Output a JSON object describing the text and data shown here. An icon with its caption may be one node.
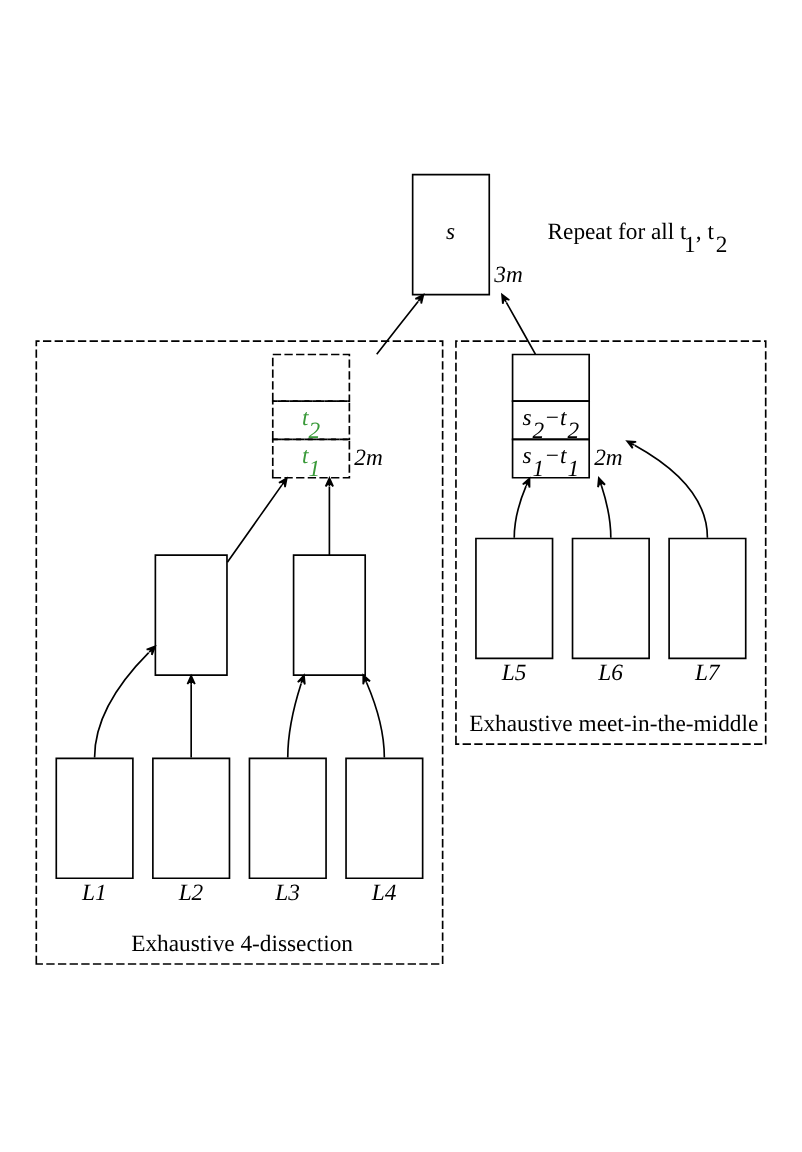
{
  "diagram": {
    "nodes": [
      {
        "text": [
          "s"
        ],
        "beside": [
          "3m"
        ]
      },
      {
        "text": [
          "Exhaustive 4-dissection"
        ]
      },
      {
        "text": [
          "t$_{2}$",
          "t$_{1}$"
        ],
        "beside": [
          "2m"
        ],
        "in": 1
      },
      {
        "text": [],
        "shape": "box",
        "in": 1
      },
      {
        "text": [],
        "shape": "box",
        "in": 1
      },
      {
        "text": [],
        "shape": "box",
        "beside": [
          "L1"
        ],
        "in": 1
      },
      {
        "text": [],
        "shape": "box",
        "beside": [
          "L2"
        ],
        "in": 1
      },
      {
        "text": [],
        "shape": "box",
        "beside": [
          "L3"
        ],
        "in": 1
      },
      {
        "text": [],
        "shape": "box",
        "beside": [
          "L4"
        ],
        "in": 1
      },
      {
        "text": [
          "Exhaustive meet-in-the-middle"
        ]
      },
      {
        "text": [
          "s$_{2}$−t$_{2}$",
          "s$_{1}$−t$_{1}$"
        ],
        "beside": [
          "2m"
        ],
        "in": 9
      },
      {
        "text": [],
        "shape": "box",
        "beside": [
          "L5"
        ],
        "in": 9
      },
      {
        "text": [],
        "shape": "box",
        "beside": [
          "L6"
        ],
        "in": 9
      },
      {
        "text": [],
        "shape": "box",
        "beside": [
          "L7"
        ],
        "in": 9
      }
    ],
    "edges": [
      {
        "from": 2,
        "to": 0,
        "arrow": "to"
      },
      {
        "from": 10,
        "to": 0,
        "arrow": "to"
      },
      {
        "from": 3,
        "to": 2,
        "arrow": "to"
      },
      {
        "from": 4,
        "to": 2,
        "arrow": "to"
      },
      {
        "from": 5,
        "to": 3,
        "arrow": "to"
      },
      {
        "from": 6,
        "to": 3,
        "arrow": "to"
      },
      {
        "from": 7,
        "to": 4,
        "arrow": "to"
      },
      {
        "from": 8,
        "to": 4,
        "arrow": "to"
      },
      {
        "from": 11,
        "to": 10,
        "arrow": "to"
      },
      {
        "from": 12,
        "to": 10,
        "arrow": "to"
      },
      {
        "from": 13,
        "to": 10,
        "arrow": "to"
      }
    ],
    "labels": [
      "Repeat for all t$_{1}$, t$_{2}$"
    ]
  }
}
